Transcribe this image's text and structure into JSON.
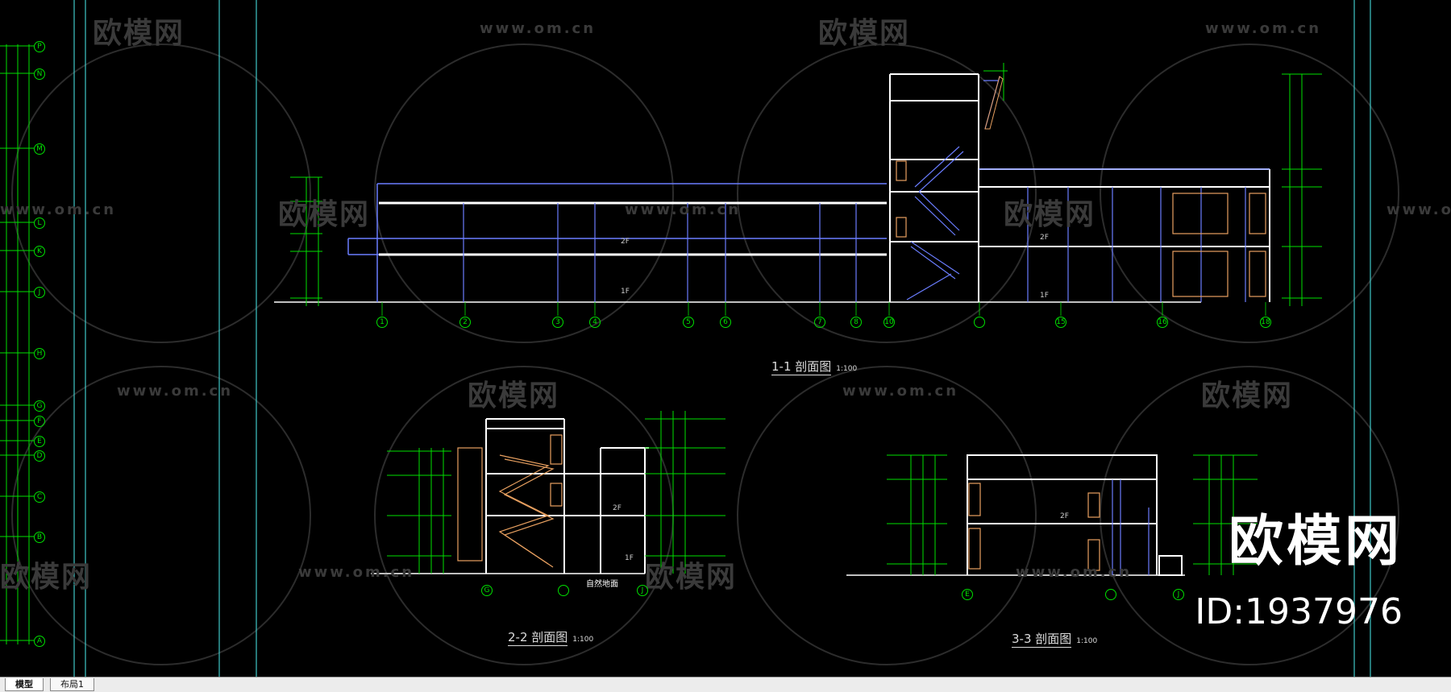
{
  "watermark": {
    "brand_cn": "欧模网",
    "url": "www.om.cn"
  },
  "overlay": {
    "brand": "欧模网",
    "id_label": "ID:1937976"
  },
  "sections": {
    "s11": {
      "title": "1-1 剖面图",
      "scale": "1:100"
    },
    "s22": {
      "title": "2-2 剖面图",
      "scale": "1:100"
    },
    "s33": {
      "title": "3-3 剖面图",
      "scale": "1:100"
    }
  },
  "axes_11": [
    "1",
    "2",
    "3",
    "4",
    "5",
    "6",
    "7",
    "8",
    "10",
    "",
    "15",
    "16",
    "18"
  ],
  "axes_22": [
    "G",
    "",
    "J"
  ],
  "axes_33": [
    "E",
    "",
    "J"
  ],
  "left_axes": [
    "P",
    "N",
    "M",
    "L",
    "K",
    "J",
    "H",
    "G",
    "F",
    "E",
    "D",
    "C",
    "B",
    "A"
  ],
  "floor_labels": {
    "f1": "1F",
    "f2": "2F"
  },
  "note_22": "自然地面",
  "tabs": [
    {
      "label": "模型",
      "active": true
    },
    {
      "label": "布局1",
      "active": false
    }
  ],
  "colors": {
    "background": "#000000",
    "line_white": "#ffffff",
    "line_blue": "#6a7dff",
    "line_cyan": "#40c8c8",
    "dim_green": "#00e000",
    "wood_orange": "#e8a060",
    "watermark_gray": "#3a3a3a"
  }
}
